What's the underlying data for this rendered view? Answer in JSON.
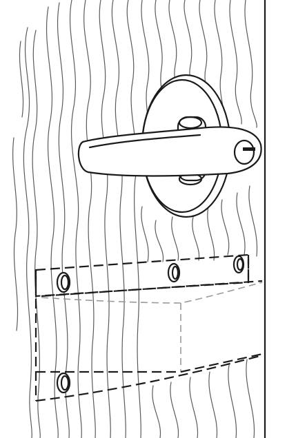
{
  "figure": {
    "subject": "door-lever-with-mounting-template",
    "colors": {
      "ink": "#1a1a1a",
      "grain": "#5a5a5a",
      "hidden_line": "#9a9a9a",
      "background": "#ffffff"
    },
    "icons": [
      "door-lever-handle",
      "rose-plate",
      "keyhole",
      "screw-hole"
    ]
  }
}
